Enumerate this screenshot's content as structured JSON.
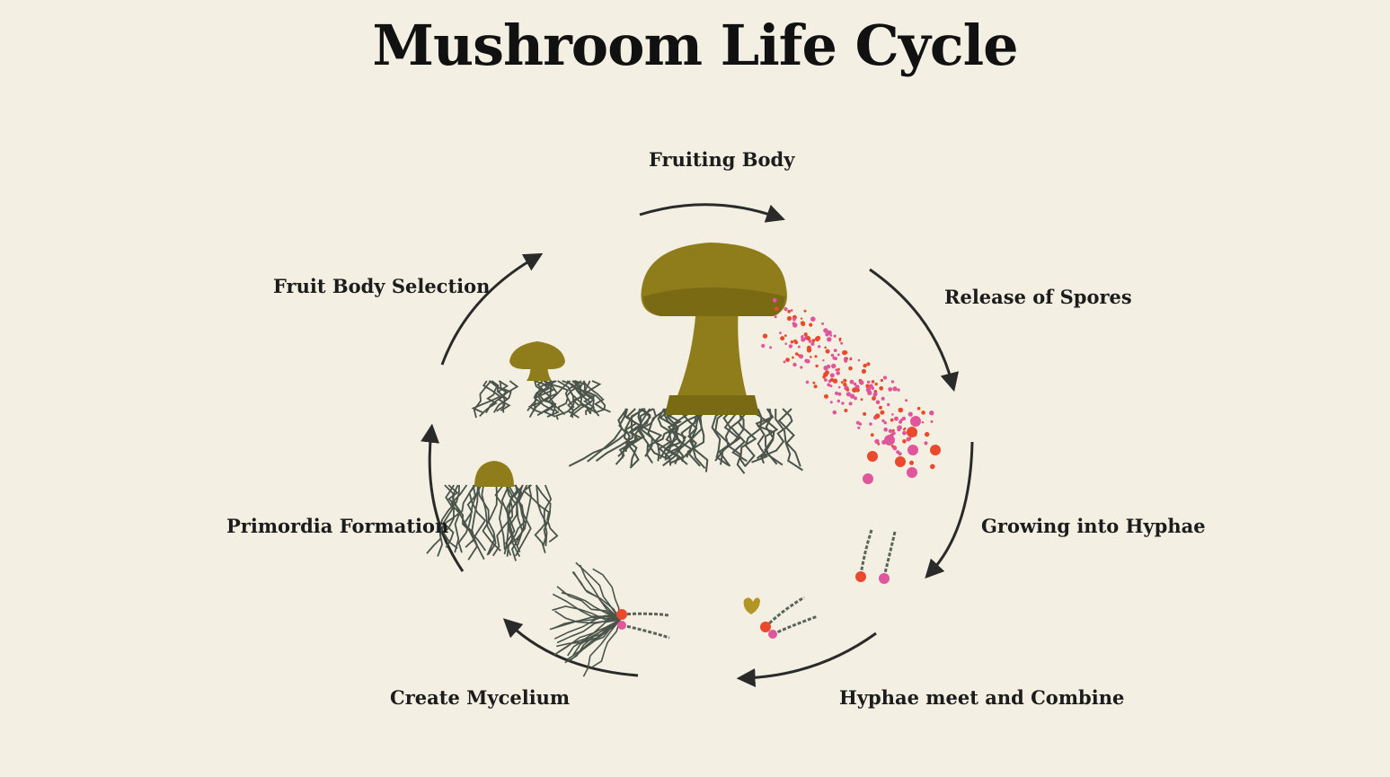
{
  "title": "Mushroom Life Cycle",
  "stages": [
    {
      "label": "Fruiting Body"
    },
    {
      "label": "Release of Spores"
    },
    {
      "label": "Growing into Hyphae"
    },
    {
      "label": "Hyphae meet and Combine"
    },
    {
      "label": "Create Mycelium"
    },
    {
      "label": "Primordia Formation"
    },
    {
      "label": "Fruit Body Selection"
    }
  ],
  "colors": {
    "background": "#f3efe2",
    "mushroom": "#8f7d1c",
    "mushroom_shade": "#7a6a14",
    "roots": "#4a544a",
    "spore_pink": "#e0559c",
    "spore_red": "#e84a2b",
    "arrow": "#2a2a2a"
  }
}
